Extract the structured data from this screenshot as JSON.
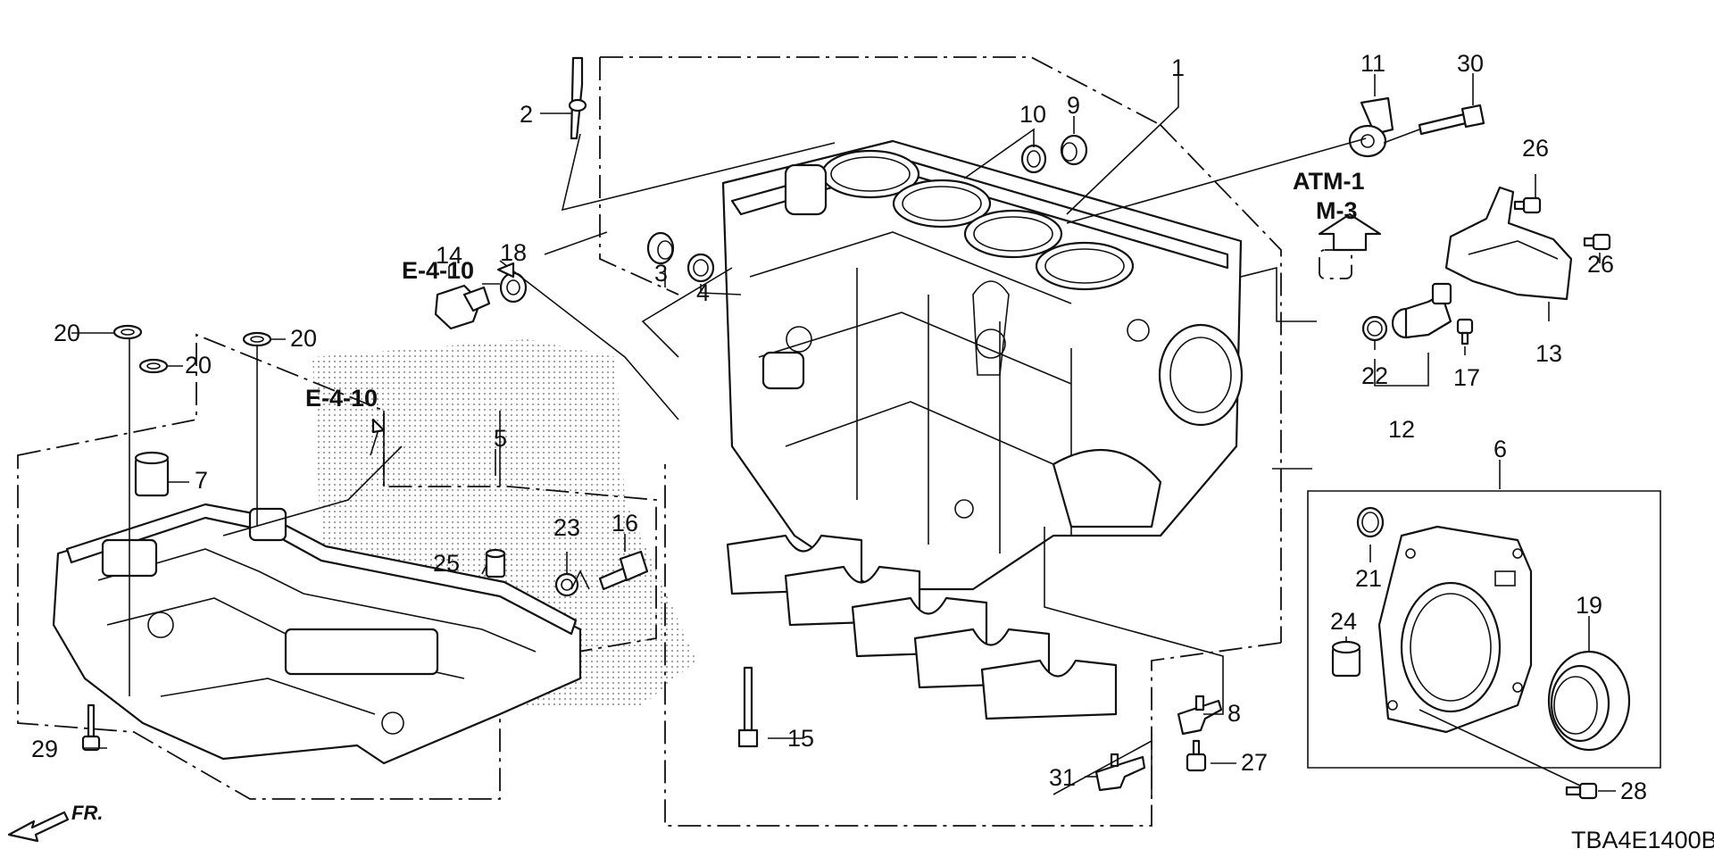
{
  "diagram": {
    "code": "TBA4E1400B",
    "front_marker": "FR.",
    "ref_labels": {
      "e410_upper": "E-4-10",
      "e410_lower": "E-4-10",
      "atm1": "ATM-1",
      "m3": "M-3"
    },
    "callouts": {
      "n1": "1",
      "n2": "2",
      "n3": "3",
      "n4": "4",
      "n5": "5",
      "n6": "6",
      "n7": "7",
      "n8": "8",
      "n9": "9",
      "n10": "10",
      "n11": "11",
      "n12": "12",
      "n13": "13",
      "n14": "14",
      "n15": "15",
      "n16": "16",
      "n17": "17",
      "n18": "18",
      "n19": "19",
      "n20a": "20",
      "n20b": "20",
      "n20c": "20",
      "n21": "21",
      "n22": "22",
      "n23": "23",
      "n24": "24",
      "n25": "25",
      "n26a": "26",
      "n26b": "26",
      "n27": "27",
      "n28": "28",
      "n29": "29",
      "n30": "30",
      "n31": "31"
    }
  }
}
